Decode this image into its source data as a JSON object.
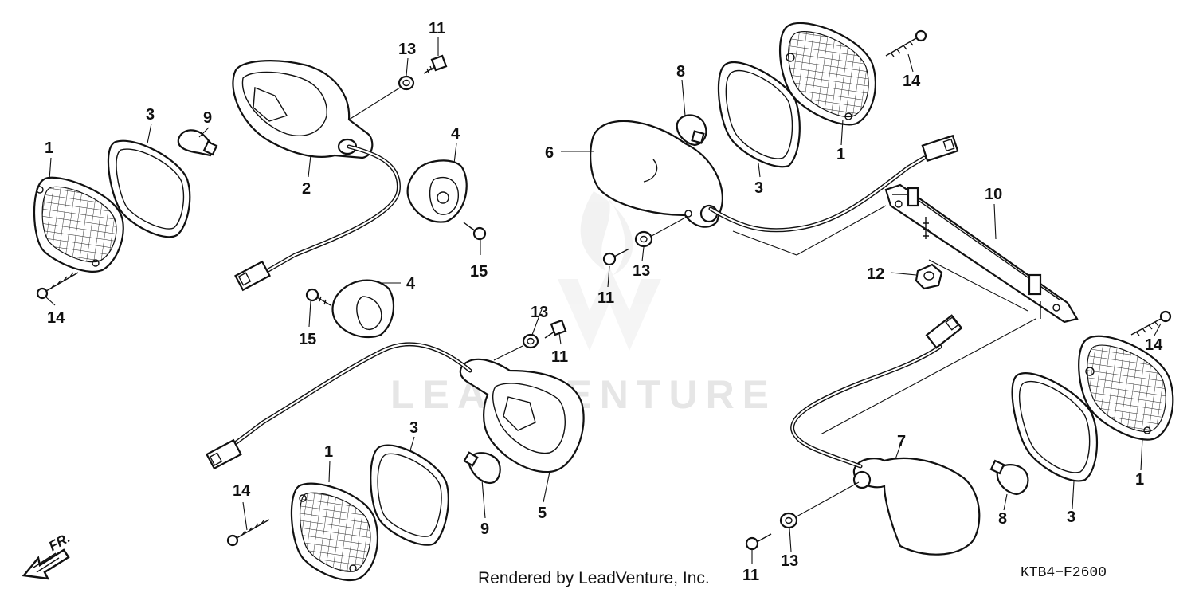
{
  "diagram": {
    "callouts": {
      "c1a": "1",
      "c1b": "1",
      "c1c": "1",
      "c1d": "1",
      "c2": "2",
      "c3a": "3",
      "c3b": "3",
      "c3c": "3",
      "c3d": "3",
      "c4a": "4",
      "c4b": "4",
      "c5": "5",
      "c6": "6",
      "c7": "7",
      "c8a": "8",
      "c8b": "8",
      "c9a": "9",
      "c9b": "9",
      "c10": "10",
      "c11a": "11",
      "c11b": "11",
      "c11c": "11",
      "c11d": "11",
      "c12": "12",
      "c13a": "13",
      "c13b": "13",
      "c13c": "13",
      "c13d": "13",
      "c14a": "14",
      "c14b": "14",
      "c14c": "14",
      "c14d": "14",
      "c15a": "15",
      "c15b": "15"
    },
    "watermark": "LEADVENTURE",
    "credit": "Rendered by LeadVenture, Inc.",
    "code": "KTB4−F2600",
    "direction_label": "FR."
  }
}
